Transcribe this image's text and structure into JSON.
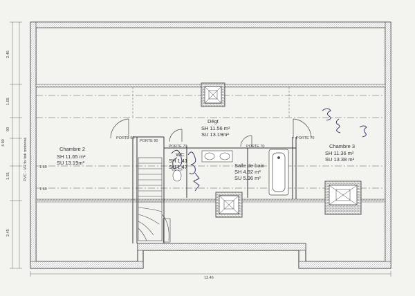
{
  "rooms": {
    "degt": {
      "name": "Dégt",
      "sh": "SH 11.56 m²",
      "su": "SU 13.19m²"
    },
    "chambre2": {
      "name": "Chambre 2",
      "sh": "SH 11.65 m²",
      "su": "SU 13.19m²"
    },
    "wc": {
      "name": "WC",
      "sh": "SH 1.41",
      "su": "SU 1.47"
    },
    "sdb": {
      "name": "Salle de bain",
      "sh": "SH 4.92 m²",
      "su": "SU 5.96 m²"
    },
    "chambre3": {
      "name": "Chambre 3",
      "sh": "SH 11.36 m²",
      "su": "SU 13.38 m²"
    }
  },
  "dimensions": {
    "left_chain": [
      "2.46",
      "1.55",
      "90",
      "1.55",
      "2.45"
    ],
    "left_total": "4.60",
    "bottom": "13.46",
    "height_mark_1": "1.80",
    "height_mark_2": "1.80"
  },
  "annotations": {
    "pvc_note": "PVC - VR fix link motorisé",
    "door_tags": [
      "PORTE 60",
      "PORTE 70",
      "PORTE 70",
      "PORTE 70",
      "PORTE 90"
    ]
  }
}
